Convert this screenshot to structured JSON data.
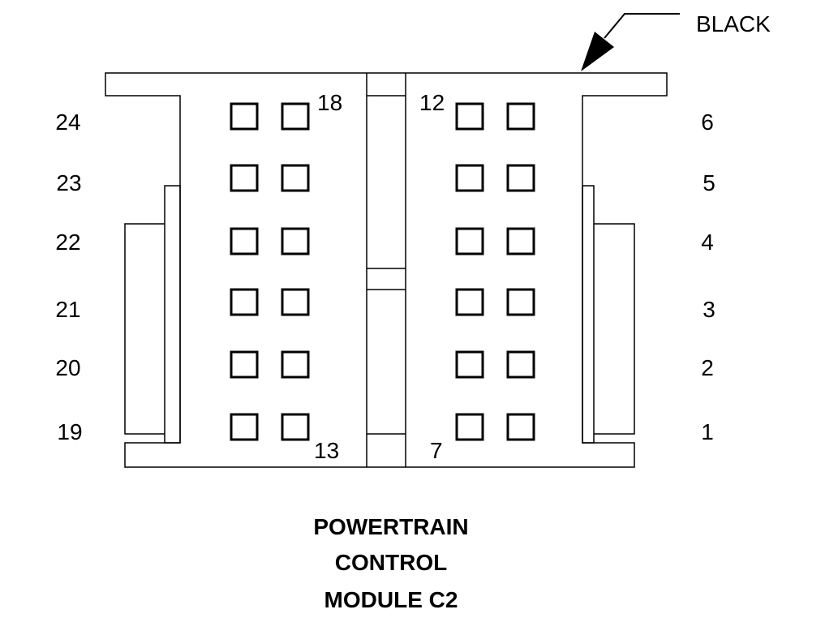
{
  "connector": {
    "wire_color_label": "BLACK",
    "pins_left_column": [
      "24",
      "23",
      "22",
      "21",
      "20",
      "19"
    ],
    "pins_right_column": [
      "6",
      "5",
      "4",
      "3",
      "2",
      "1"
    ],
    "inner_labels": {
      "top_left": "18",
      "top_right": "12",
      "bottom_left": "13",
      "bottom_right": "7"
    }
  },
  "caption": {
    "line1": "POWERTRAIN",
    "line2": "CONTROL",
    "line3": "MODULE C2"
  }
}
